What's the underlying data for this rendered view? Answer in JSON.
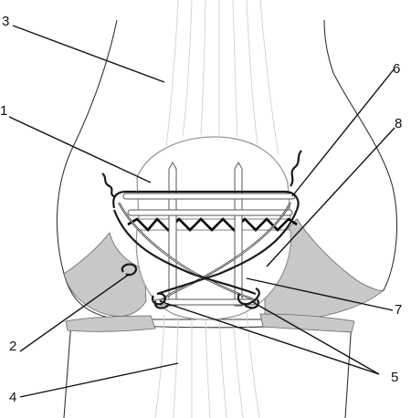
{
  "figure": {
    "callouts": [
      {
        "id": "callout-1",
        "label": "1"
      },
      {
        "id": "callout-2",
        "label": "2"
      },
      {
        "id": "callout-3",
        "label": "3"
      },
      {
        "id": "callout-4",
        "label": "4"
      },
      {
        "id": "callout-5",
        "label": "5"
      },
      {
        "id": "callout-6",
        "label": "6"
      },
      {
        "id": "callout-7",
        "label": "7"
      },
      {
        "id": "callout-8",
        "label": "8"
      }
    ]
  }
}
